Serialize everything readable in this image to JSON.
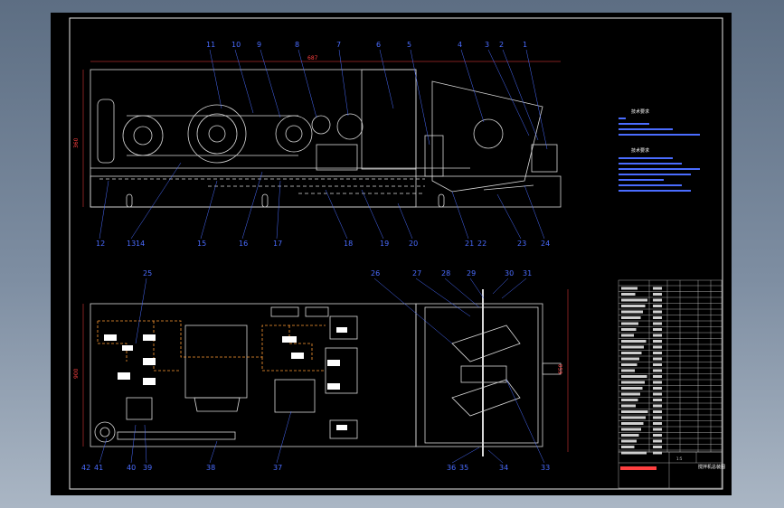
{
  "labels_top": [
    "11",
    "10",
    "9",
    "8",
    "7",
    "6",
    "5",
    "4",
    "3",
    "2",
    "1"
  ],
  "labels_top_bottom": [
    "12",
    "13",
    "14",
    "15",
    "16",
    "17",
    "18",
    "19",
    "20",
    "21",
    "22",
    "23",
    "24"
  ],
  "labels_bottom_top": [
    "25",
    "26",
    "27",
    "28",
    "29",
    "30",
    "31"
  ],
  "labels_bottom_bottom": [
    "42",
    "41",
    "40",
    "39",
    "38",
    "37",
    "36",
    "35",
    "34",
    "33"
  ],
  "dim_top_width": "687",
  "dim_top_height": "360",
  "dim_bottom_height": "900",
  "dim_right_height": "650",
  "notes_title_1": "技术要求",
  "notes_title_2": "技术要求",
  "scale_text": "1:5",
  "drawing_title": "搅拌机总装图",
  "colors": {
    "frame": "#ffffff",
    "outline": "#d9d9d9",
    "blue": "#4a6cff",
    "red": "#ff4040",
    "orange": "#ff9933"
  }
}
